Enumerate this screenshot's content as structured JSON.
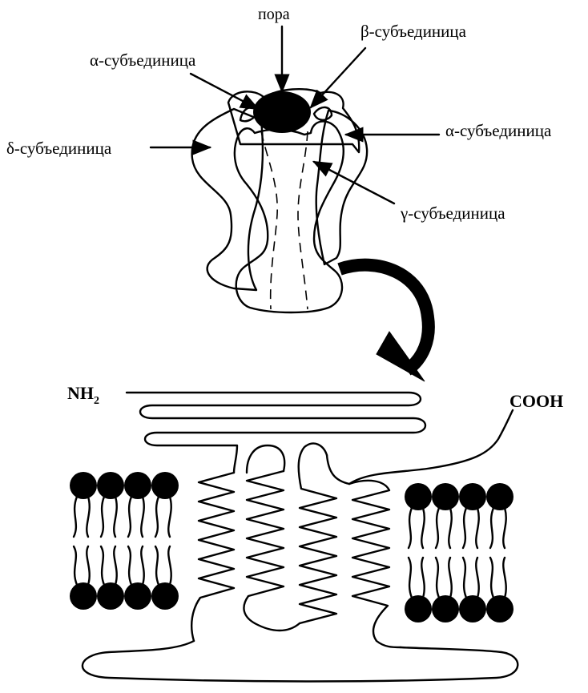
{
  "labels": {
    "pore": "пора",
    "alpha_left": "α-субъединица",
    "beta": "β-субъединица",
    "delta": "δ-субъединица",
    "alpha_right": "α-субъединица",
    "gamma": "γ-субъединица",
    "nh2_main": "NH",
    "nh2_sub": "2",
    "cooh": "COOH"
  },
  "colors": {
    "ink": "#000000",
    "background": "#ffffff"
  }
}
